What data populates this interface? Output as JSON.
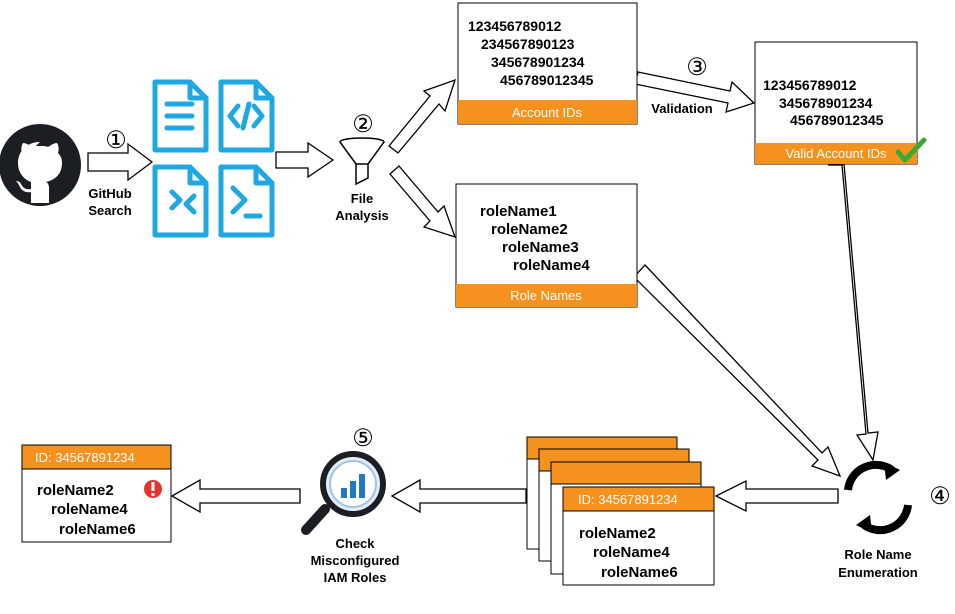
{
  "steps": {
    "s1": "①",
    "s2": "②",
    "s3": "③",
    "s4": "④",
    "s5": "⑤"
  },
  "labels": {
    "github_line1": "GitHub",
    "github_line2": "Search",
    "file_line1": "File",
    "file_line2": "Analysis",
    "validation": "Validation",
    "enum_line1": "Role Name",
    "enum_line2": "Enumeration",
    "check_line1": "Check",
    "check_line2": "Misconfigured",
    "check_line3": "IAM Roles"
  },
  "account_box": {
    "ids": [
      "123456789012",
      "234567890123",
      "345678901234",
      "456789012345"
    ],
    "footer": "Account IDs"
  },
  "valid_box": {
    "ids": [
      "123456789012",
      "345678901234",
      "456789012345"
    ],
    "footer": "Valid Account IDs"
  },
  "roles_box": {
    "names": [
      "roleName1",
      "roleName2",
      "roleName3",
      "roleName4"
    ],
    "footer": "Role Names"
  },
  "stack_card": {
    "header": "ID: 34567891234",
    "names": [
      "roleName2",
      "roleName4",
      "roleName6"
    ]
  },
  "result_card": {
    "header": "ID: 34567891234",
    "names": [
      "roleName2",
      "roleName4",
      "roleName6"
    ]
  },
  "colors": {
    "orange": "#f5921e",
    "file_blue": "#1ea7e1",
    "github_dark": "#1b1f24",
    "check_green": "#3aaa35",
    "alert_red": "#e5342b",
    "glass_blue": "#1f78c1"
  },
  "icons": [
    "github-icon",
    "document-icon",
    "code-icon",
    "merge-icon",
    "terminal-icon",
    "funnel-icon",
    "checkmark-icon",
    "refresh-icon",
    "magnifier-icon",
    "alert-icon"
  ]
}
